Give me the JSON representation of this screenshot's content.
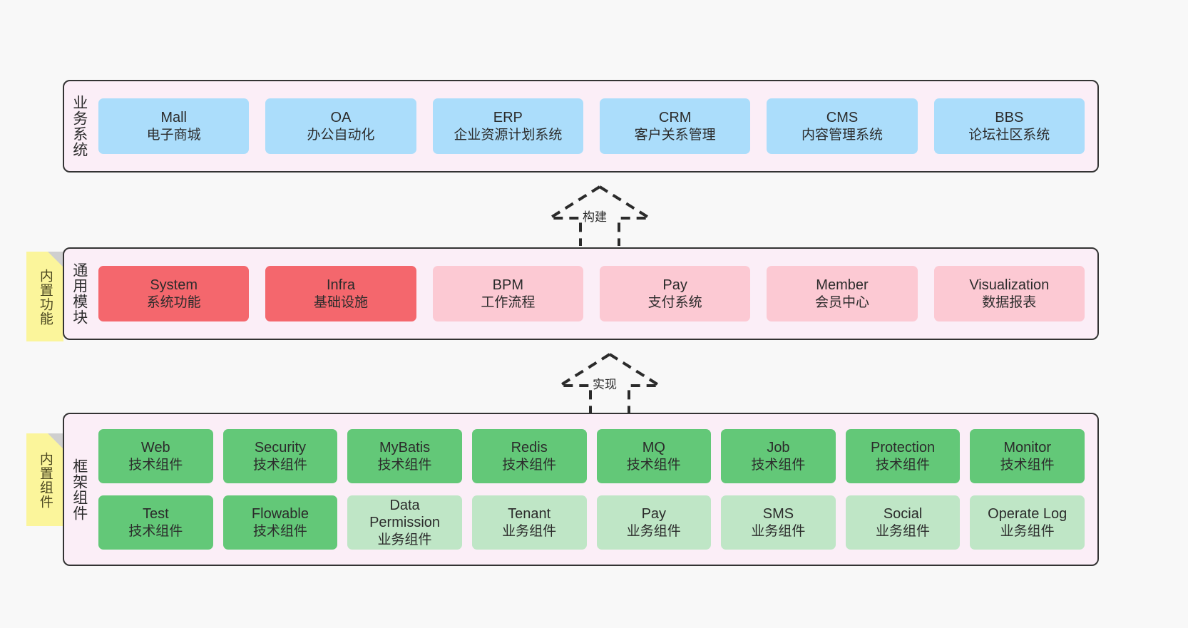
{
  "layers": [
    {
      "id": "business",
      "title": "业务系统",
      "rows": [
        {
          "items": [
            {
              "name": "Mall",
              "sub": "电子商城",
              "color": "#abddfb"
            },
            {
              "name": "OA",
              "sub": "办公自动化",
              "color": "#abddfb"
            },
            {
              "name": "ERP",
              "sub": "企业资源计划系统",
              "color": "#abddfb"
            },
            {
              "name": "CRM",
              "sub": "客户关系管理",
              "color": "#abddfb"
            },
            {
              "name": "CMS",
              "sub": "内容管理系统",
              "color": "#abddfb"
            },
            {
              "name": "BBS",
              "sub": "论坛社区系统",
              "color": "#abddfb"
            }
          ]
        }
      ]
    },
    {
      "id": "common",
      "title": "通用模块",
      "note": "内置功能",
      "rows": [
        {
          "items": [
            {
              "name": "System",
              "sub": "系统功能",
              "color": "#f4676d"
            },
            {
              "name": "Infra",
              "sub": "基础设施",
              "color": "#f4676d"
            },
            {
              "name": "BPM",
              "sub": "工作流程",
              "color": "#fcc9d3"
            },
            {
              "name": "Pay",
              "sub": "支付系统",
              "color": "#fcc9d3"
            },
            {
              "name": "Member",
              "sub": "会员中心",
              "color": "#fcc9d3"
            },
            {
              "name": "Visualization",
              "sub": "数据报表",
              "color": "#fcc9d3"
            }
          ]
        }
      ]
    },
    {
      "id": "framework",
      "title": "框架组件",
      "note": "内置组件",
      "rows": [
        {
          "items": [
            {
              "name": "Web",
              "sub": "技术组件",
              "color": "#63c878"
            },
            {
              "name": "Security",
              "sub": "技术组件",
              "color": "#63c878"
            },
            {
              "name": "MyBatis",
              "sub": "技术组件",
              "color": "#63c878"
            },
            {
              "name": "Redis",
              "sub": "技术组件",
              "color": "#63c878"
            },
            {
              "name": "MQ",
              "sub": "技术组件",
              "color": "#63c878"
            },
            {
              "name": "Job",
              "sub": "技术组件",
              "color": "#63c878"
            },
            {
              "name": "Protection",
              "sub": "技术组件",
              "color": "#63c878"
            },
            {
              "name": "Monitor",
              "sub": "技术组件",
              "color": "#63c878"
            }
          ]
        },
        {
          "items": [
            {
              "name": "Test",
              "sub": "技术组件",
              "color": "#63c878"
            },
            {
              "name": "Flowable",
              "sub": "技术组件",
              "color": "#63c878"
            },
            {
              "name": "Data",
              "mid": "Permission",
              "sub": "业务组件",
              "color": "#bfe6c6"
            },
            {
              "name": "Tenant",
              "sub": "业务组件",
              "color": "#bfe6c6"
            },
            {
              "name": "Pay",
              "sub": "业务组件",
              "color": "#bfe6c6"
            },
            {
              "name": "SMS",
              "sub": "业务组件",
              "color": "#bfe6c6"
            },
            {
              "name": "Social",
              "sub": "业务组件",
              "color": "#bfe6c6"
            },
            {
              "name": "Operate Log",
              "sub": "业务组件",
              "color": "#bfe6c6"
            }
          ]
        }
      ]
    }
  ],
  "arrows": [
    {
      "id": "build",
      "label": "构建"
    },
    {
      "id": "impl",
      "label": "实现"
    }
  ],
  "colors": {
    "band_fill": "#fbeef7",
    "band_stroke": "#333333",
    "note_fill": "#fbf59b",
    "note_fold": "#cfcfcf",
    "canvas": "#f8f8f8",
    "blue": "#abddfb",
    "red": "#f4676d",
    "pink": "#fcc9d3",
    "green": "#63c878",
    "light_green": "#bfe6c6",
    "text": "#2b2b2b"
  }
}
